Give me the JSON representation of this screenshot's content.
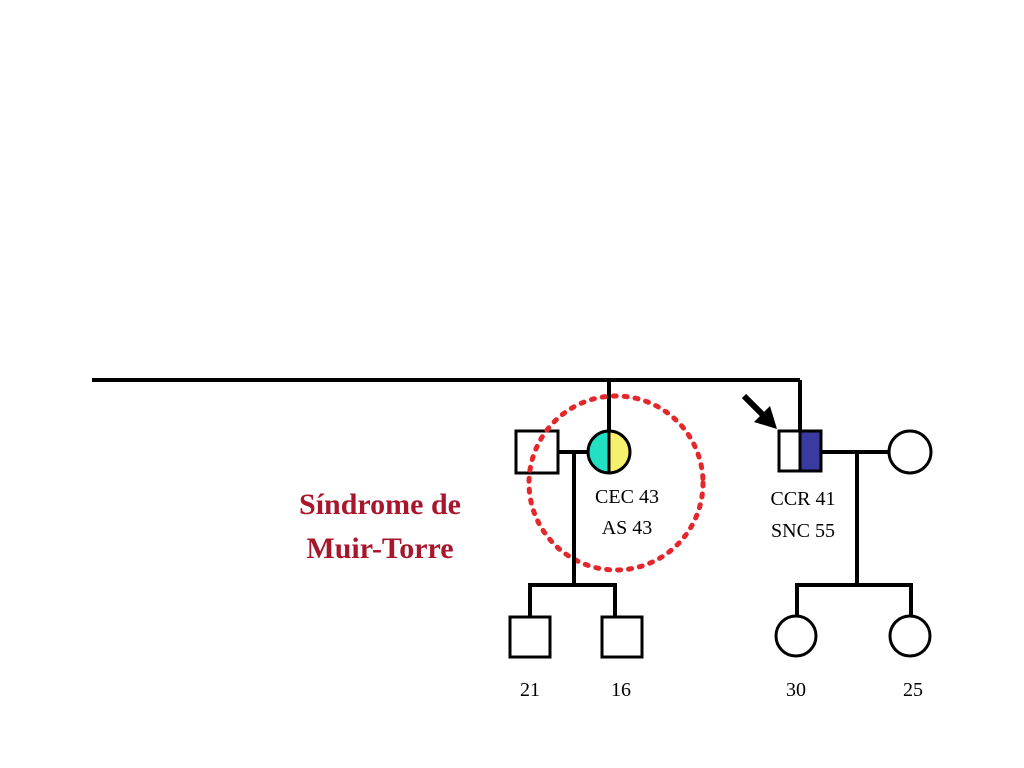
{
  "title": {
    "line1": "Síndrome de",
    "line2": "Muir-Torre",
    "color": "#a8162c"
  },
  "colors": {
    "line": "#000000",
    "left_half_fill": "#22e0c4",
    "right_half_fill": "#f6f06a",
    "affected_male_fill": "#3a3aa0",
    "circle_highlight": "#e3272b"
  },
  "pedigree": {
    "mother": {
      "label1": "CEC 43",
      "label2": "AS 43"
    },
    "proband": {
      "label1": "CCR 41",
      "label2": "SNC 55",
      "marker": "proband-arrow"
    },
    "children_left": [
      {
        "age": "21"
      },
      {
        "age": "16"
      }
    ],
    "children_right": [
      {
        "age": "30"
      },
      {
        "age": "25"
      }
    ]
  }
}
